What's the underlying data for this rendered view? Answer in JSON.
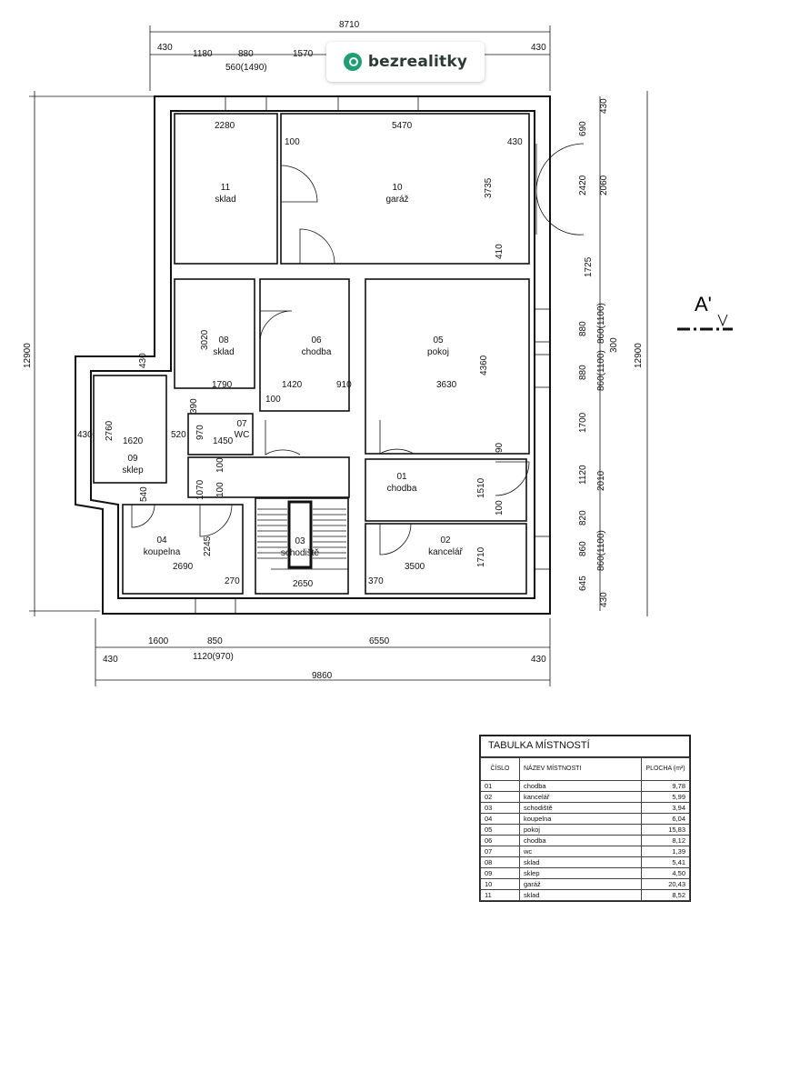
{
  "brand": {
    "name": "bezrealitky",
    "icon": "map-pin-icon",
    "color": "#1e9e74"
  },
  "section_marker": "A'",
  "dimensions": {
    "top_total": "8710",
    "top_segments": [
      "430",
      "1180",
      "880",
      "1570",
      "430"
    ],
    "top_sub": "560(1490)",
    "left_total": "12900",
    "right_total": "12900",
    "right_segments": [
      "430",
      "690",
      "2420",
      "2060",
      "1725",
      "880",
      "860(1100)",
      "300",
      "880",
      "860(1100)",
      "1700",
      "1120",
      "2010",
      "820",
      "860",
      "860(1100)",
      "645",
      "430"
    ],
    "bottom_segments": [
      "430",
      "1600",
      "850",
      "6550",
      "430"
    ],
    "bottom_sub": "1120(970)",
    "bottom_total": "9860",
    "inner": [
      "2280",
      "5470",
      "100",
      "430",
      "3735",
      "410",
      "3020",
      "1790",
      "1420",
      "910",
      "3630",
      "4360",
      "100",
      "390",
      "970",
      "1450",
      "430",
      "2760",
      "430",
      "1620",
      "520",
      "540",
      "100",
      "1070",
      "100",
      "2245",
      "2690",
      "270",
      "2650",
      "370",
      "3500",
      "1710",
      "1510",
      "100",
      "90"
    ]
  },
  "rooms": [
    {
      "num": "11",
      "name": "sklad"
    },
    {
      "num": "10",
      "name": "garáž"
    },
    {
      "num": "08",
      "name": "sklad"
    },
    {
      "num": "06",
      "name": "chodba"
    },
    {
      "num": "05",
      "name": "pokoj"
    },
    {
      "num": "07",
      "name": "WC"
    },
    {
      "num": "09",
      "name": "sklep"
    },
    {
      "num": "01",
      "name": "chodba"
    },
    {
      "num": "04",
      "name": "koupelna"
    },
    {
      "num": "03",
      "name": "schodiště"
    },
    {
      "num": "02",
      "name": "kancelář"
    }
  ],
  "table": {
    "title": "TABULKA MÍSTNOSTÍ",
    "headers": [
      "ČÍSLO",
      "NÁZEV MÍSTNOSTI",
      "PLOCHA (m²)"
    ],
    "rows": [
      [
        "01",
        "chodba",
        "9,78"
      ],
      [
        "02",
        "kancelář",
        "5,99"
      ],
      [
        "03",
        "schodiště",
        "3,94"
      ],
      [
        "04",
        "koupelna",
        "6,04"
      ],
      [
        "05",
        "pokoj",
        "15,83"
      ],
      [
        "06",
        "chodba",
        "8,12"
      ],
      [
        "07",
        "wc",
        "1,39"
      ],
      [
        "08",
        "sklad",
        "5,41"
      ],
      [
        "09",
        "sklep",
        "4,50"
      ],
      [
        "10",
        "garáž",
        "20,43"
      ],
      [
        "11",
        "sklad",
        "8,52"
      ]
    ]
  }
}
